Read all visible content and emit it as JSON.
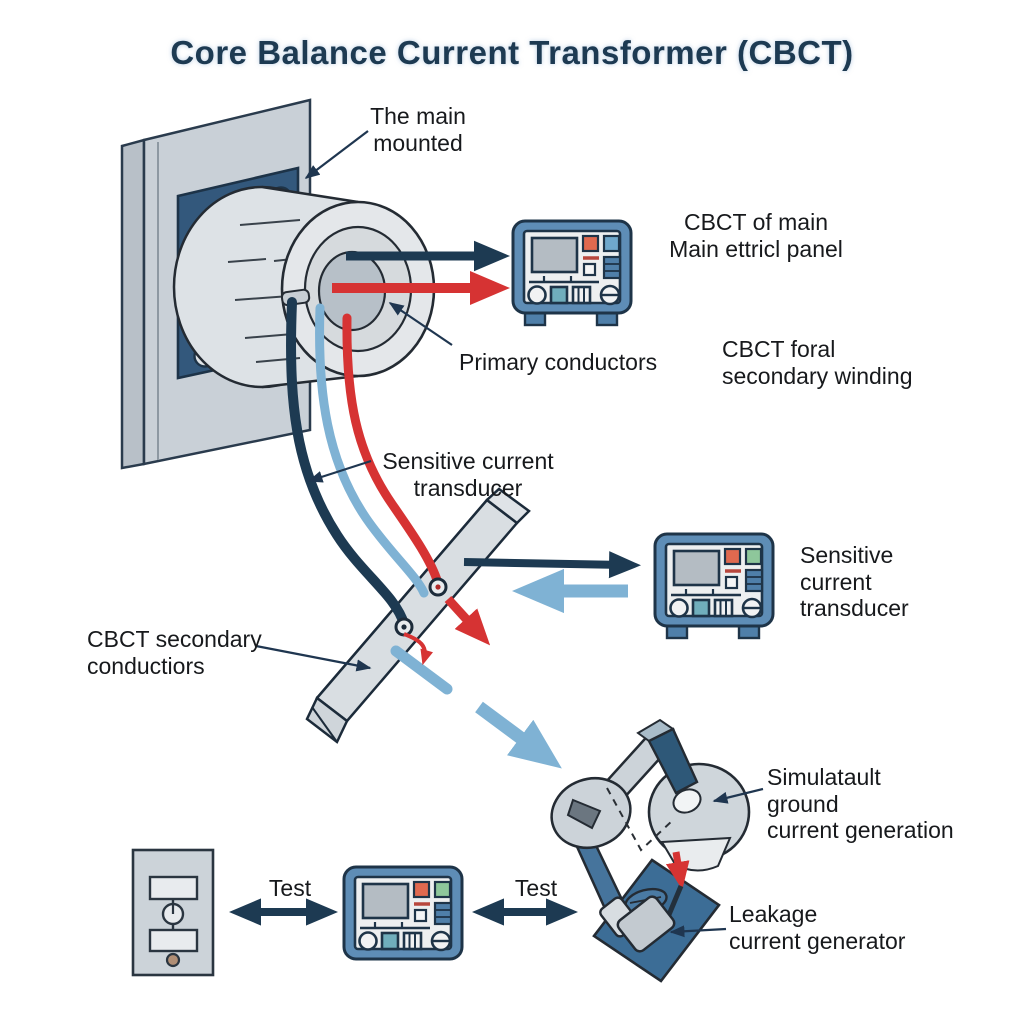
{
  "title": "Core Balance Current Transformer (CBCT)",
  "labels": {
    "main_mounted": "The main\nmounted",
    "cbct_of_main": "CBCT of main\nMain ettricl panel",
    "primary_conductors": "Primary conductors",
    "cbct_toroidal_secondary_winding": "CBCT foral\nsecondary winding",
    "sensitive_current_transducer_mid": "Sensitive current\ntransducer",
    "cbct_secondary_conductors": "CBCT secondary\nconductiors",
    "sensitive_current_transducer_right": "Sensitive\ncurrent\ntransducer",
    "simulated_ground_current_generation": "Simulatault\nground\ncurrent generation",
    "leakage_current_generator": "Leakage\ncurrent generator",
    "test_left": "Test",
    "test_right": "Test"
  },
  "colors": {
    "title_navy": "#1d3a52",
    "arrow_navy": "#1d3a52",
    "arrow_red": "#d63333",
    "arrow_light_blue": "#7fb2d4",
    "mount_plate_blue": "#33587c",
    "device_body_blue": "#5e8db6",
    "panel_gray": "#ccd3d9",
    "label_text": "#17191c"
  },
  "icons": {
    "device": "measurement-instrument-icon",
    "toroid": "core-balance-ct-icon",
    "switch_panel": "disconnect-switch-icon",
    "clamp_rig": "leakage-generator-icon"
  }
}
